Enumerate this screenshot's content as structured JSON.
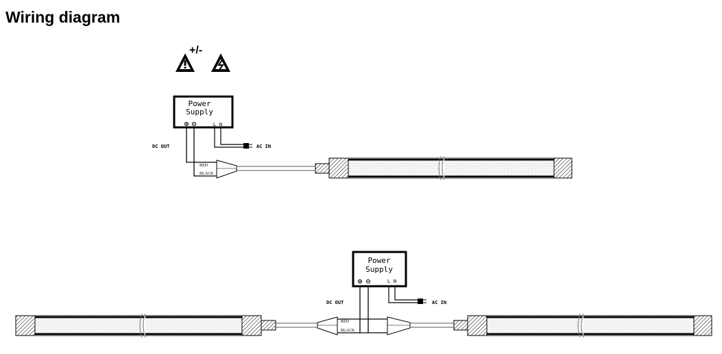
{
  "title": "Wiring diagram",
  "warning": {
    "plus_minus": "+/-",
    "icons": [
      "caution-icon",
      "electric-shock-icon"
    ]
  },
  "diagram_top": {
    "power_supply_line1": "Power",
    "power_supply_line2": "Supply",
    "terminal_l": "L",
    "terminal_n": "N",
    "dc_out": "DC OUT",
    "ac_in": "AC IN",
    "wire_red": "RED",
    "wire_black": "BLACK"
  },
  "diagram_bottom": {
    "power_supply_line1": "Power",
    "power_supply_line2": "Supply",
    "terminal_l": "L",
    "terminal_n": "N",
    "dc_out": "DC OUT",
    "ac_in": "AC IN",
    "wire_red": "RED",
    "wire_black": "BLACK"
  },
  "colors": {
    "ink": "#000000",
    "cable": "#555555",
    "strip_fill": "#f2f2f2"
  }
}
